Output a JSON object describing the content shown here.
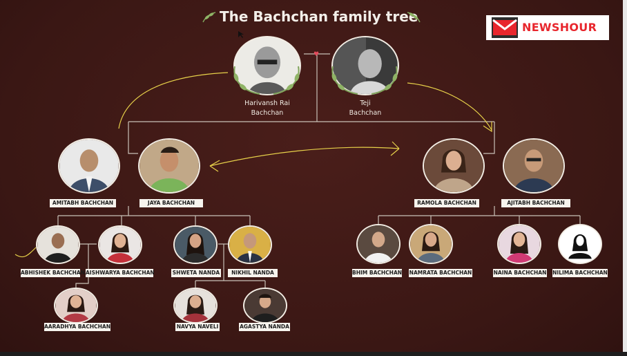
{
  "header": {
    "title": "The Bachchan family tree",
    "logo_text": "NEWSHOUR",
    "logo_color": "#e8262d"
  },
  "colors": {
    "background": "#3d1916",
    "line": "#c9c1b8",
    "label_bg": "#f7f4ee",
    "annotation": "#e8d24a"
  },
  "elders": {
    "harivansh": {
      "first": "Harivansh Rai",
      "last": "Bachchan"
    },
    "teji": {
      "first": "Teji",
      "last": "Bachchan"
    }
  },
  "gen2": {
    "amitabh": "AMITABH BACHCHAN",
    "jaya": "JAYA BACHCHAN",
    "ramola": "RAMOLA  BACHCHAN",
    "ajitabh": "AJITABH BACHCHAN"
  },
  "gen3": {
    "abhishek": "ABHISHEK BACHCHAN",
    "aishwarya": "AISHWARYA BACHCHAN",
    "shweta": "SHWETA NANDA",
    "nikhil": "NIKHIL NANDA",
    "bhim": "BHIM BACHCHAN",
    "namrata": "NAMRATA BACHCHAN",
    "naina": "NAINA BACHCHAN",
    "nilima": "NILIMA  BACHCHAN"
  },
  "gen4": {
    "aaradhya": "AARADHYA BACHCHAN",
    "navya": "NAVYA NAVELI",
    "agastya": "AGASTYA NANDA"
  },
  "icons": [
    "laurel-icon",
    "newshour-logo-icon",
    "heart-icon",
    "person-silhouette-icon",
    "cursor-icon"
  ]
}
